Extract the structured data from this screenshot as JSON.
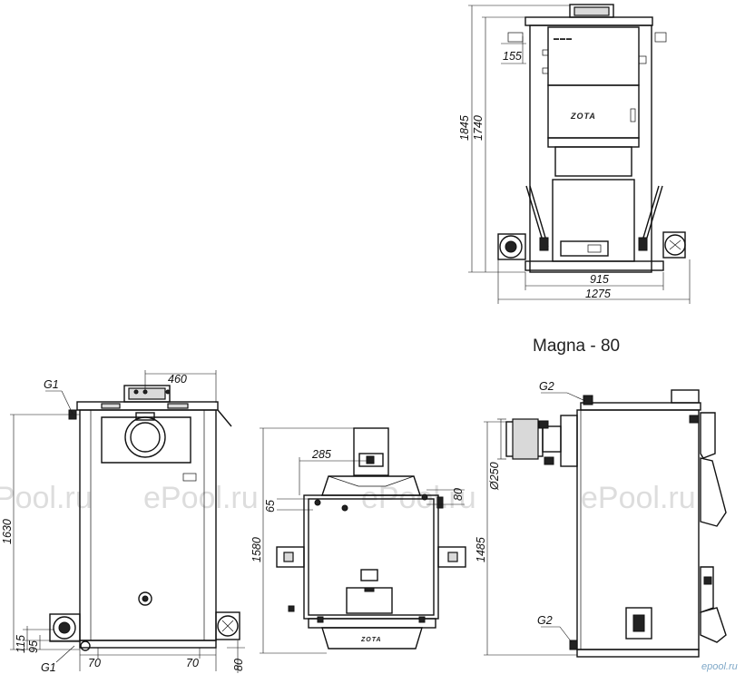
{
  "model_title": "Magna - 80",
  "brand_label": "ZOTA",
  "watermark": "ePool.ru",
  "corner_logo": "epool.ru",
  "dims": {
    "front_height_total": "1845",
    "front_height_body": "1740",
    "front_side_offset": "155",
    "front_width_body": "915",
    "front_width_total": "1275",
    "left_height": "1630",
    "left_top_width": "460",
    "left_bottom_115": "115",
    "left_bottom_95": "95",
    "left_bottom_70a": "70",
    "left_bottom_70b": "70",
    "left_bottom_80": "80",
    "mid_height": "1580",
    "mid_offset_285": "285",
    "mid_65": "65",
    "mid_80": "80",
    "right_dia": "Ø250",
    "right_height": "1485"
  },
  "labels": {
    "g1_top": "G1",
    "g1_bottom": "G1",
    "g2_top": "G2",
    "g2_bottom": "G2"
  }
}
